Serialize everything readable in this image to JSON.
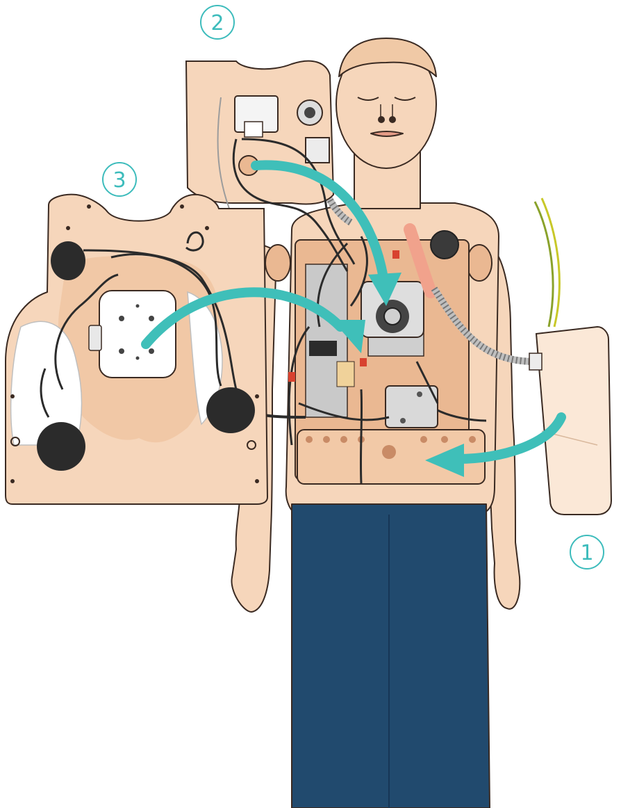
{
  "steps": [
    {
      "number": "1"
    },
    {
      "number": "2"
    },
    {
      "number": "3"
    }
  ],
  "colors": {
    "skin": "#f6d6bb",
    "skin_shadow": "#eab892",
    "outline": "#3a2a22",
    "pants": "#214a6e",
    "arrow": "#3fbfb9",
    "circle": "#3dbcbc",
    "cable": "#2b2b2b",
    "device": "#e8e8e8"
  }
}
